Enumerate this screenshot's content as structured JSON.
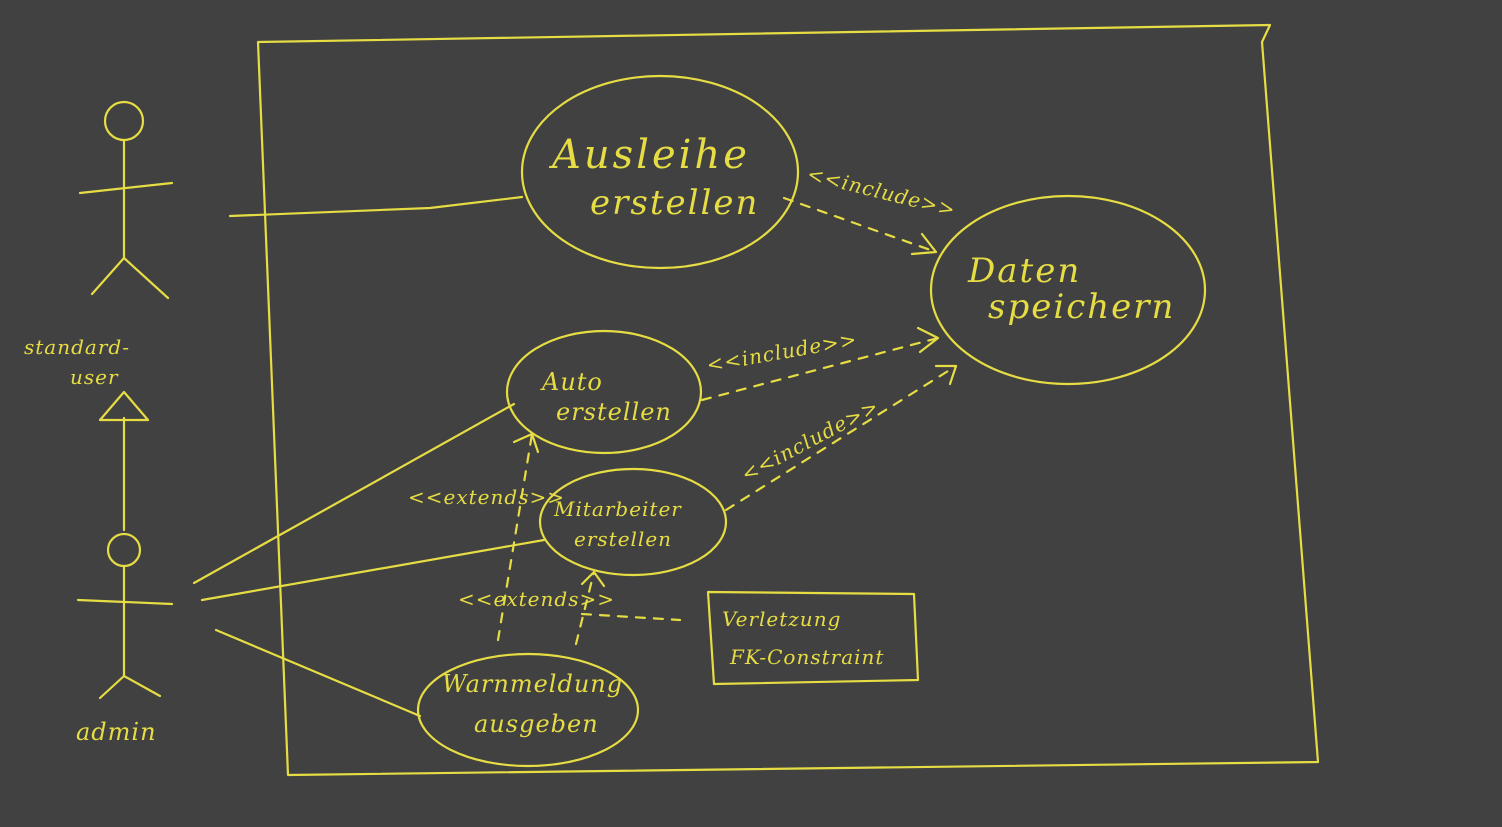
{
  "actors": {
    "standard_user": {
      "line1": "standard-",
      "line2": "user"
    },
    "admin": {
      "label": "admin"
    }
  },
  "use_cases": {
    "ausleihe": {
      "line1": "Ausleihe",
      "line2": "erstellen"
    },
    "daten": {
      "line1": "Daten",
      "line2": "speichern"
    },
    "auto": {
      "line1": "Auto",
      "line2": "erstellen"
    },
    "mitarbeiter": {
      "line1": "Mitarbeiter",
      "line2": "erstellen"
    },
    "warnmeldung": {
      "line1": "Warnmeldung",
      "line2": "ausgeben"
    }
  },
  "relations": {
    "include_ausleihe": "<<include>>",
    "include_auto": "<<include>>",
    "include_mitarbeiter": "<<include>>",
    "extends_auto": "<<extends>>",
    "extends_mitarbeiter": "<<extends>>"
  },
  "note": {
    "line1": "Verletzung",
    "line2": "FK-Constraint"
  },
  "colors": {
    "background": "#414141",
    "ink": "#e6dc44"
  }
}
